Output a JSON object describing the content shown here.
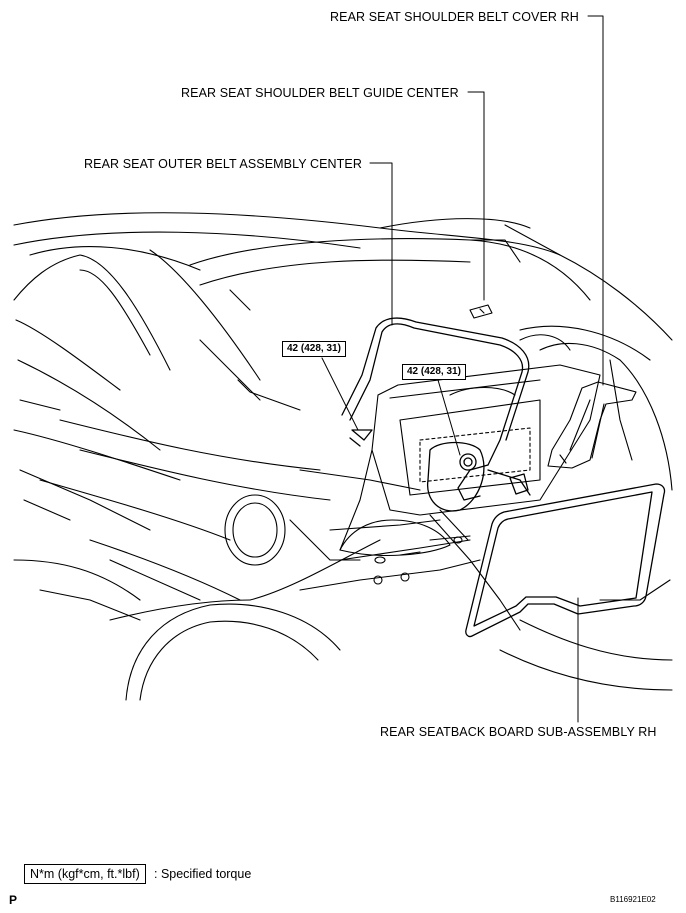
{
  "callouts": {
    "shoulder_belt_cover_rh": "REAR SEAT SHOULDER BELT COVER RH",
    "shoulder_belt_guide_center": "REAR SEAT SHOULDER BELT GUIDE CENTER",
    "outer_belt_assembly_center": "REAR SEAT OUTER BELT ASSEMBLY CENTER",
    "seatback_board_rh": "REAR SEATBACK BOARD SUB-ASSEMBLY RH"
  },
  "torque_values": {
    "left": "42 (428, 31)",
    "right": "42 (428, 31)"
  },
  "legend": {
    "unit_box": "N*m (kgf*cm, ft.*lbf)",
    "description": ": Specified torque"
  },
  "footer": {
    "corner_letter": "P",
    "figure_id": "B116921E02"
  }
}
